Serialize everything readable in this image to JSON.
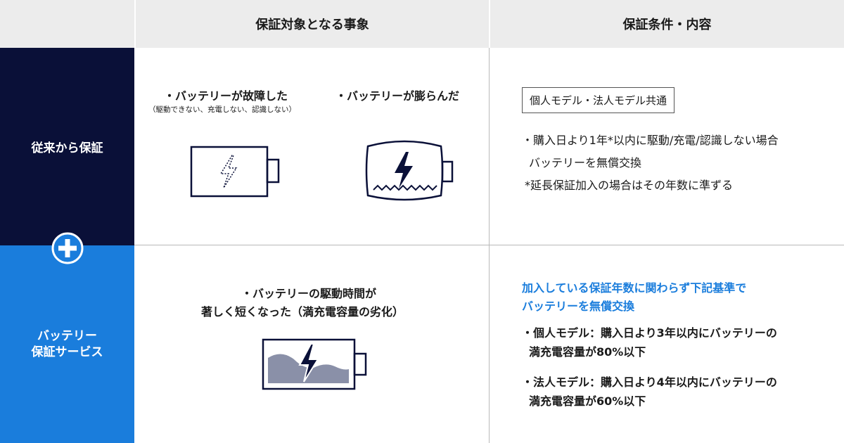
{
  "header": {
    "col1": "保証対象となる事象",
    "col2": "保証条件・内容"
  },
  "rows": {
    "row1_label": "従来から保証",
    "row2_label_line1": "バッテリー",
    "row2_label_line2": "保証サービス"
  },
  "row1": {
    "event1_title": "・バッテリーが故障した",
    "event1_note": "（駆動できない、充電しない、認識しない）",
    "event2_title": "・バッテリーが膨らんだ",
    "condition_box": "個人モデル・法人モデル共通",
    "condition_line1": "・購入日より1年*以内に駆動/充電/認識しない場合",
    "condition_line2": "バッテリーを無償交換",
    "condition_line3": "*延長保証加入の場合はその年数に準ずる"
  },
  "row2": {
    "event_line1": "・バッテリーの駆動時間が",
    "event_line2": "著しく短くなった（満充電容量の劣化）",
    "headline_line1": "加入している保証年数に関わらず下記基準で",
    "headline_line2": "バッテリーを無償交換",
    "personal_line1": "・個人モデル：購入日より3年以内にバッテリーの",
    "personal_line2": "満充電容量が80%以下",
    "corporate_line1": "・法人モデル：購入日より4年以内にバッテリーの",
    "corporate_line2": "満充電容量が60%以下"
  },
  "colors": {
    "navy": "#0a1038",
    "blue": "#1a7ddc",
    "header_gray": "#ececec",
    "fill_gray": "#8a90a8"
  },
  "icons": {
    "plus": "plus-circle-icon",
    "battery_fault": "battery-fault-icon",
    "battery_swollen": "battery-swollen-icon",
    "battery_degraded": "battery-degraded-icon"
  }
}
